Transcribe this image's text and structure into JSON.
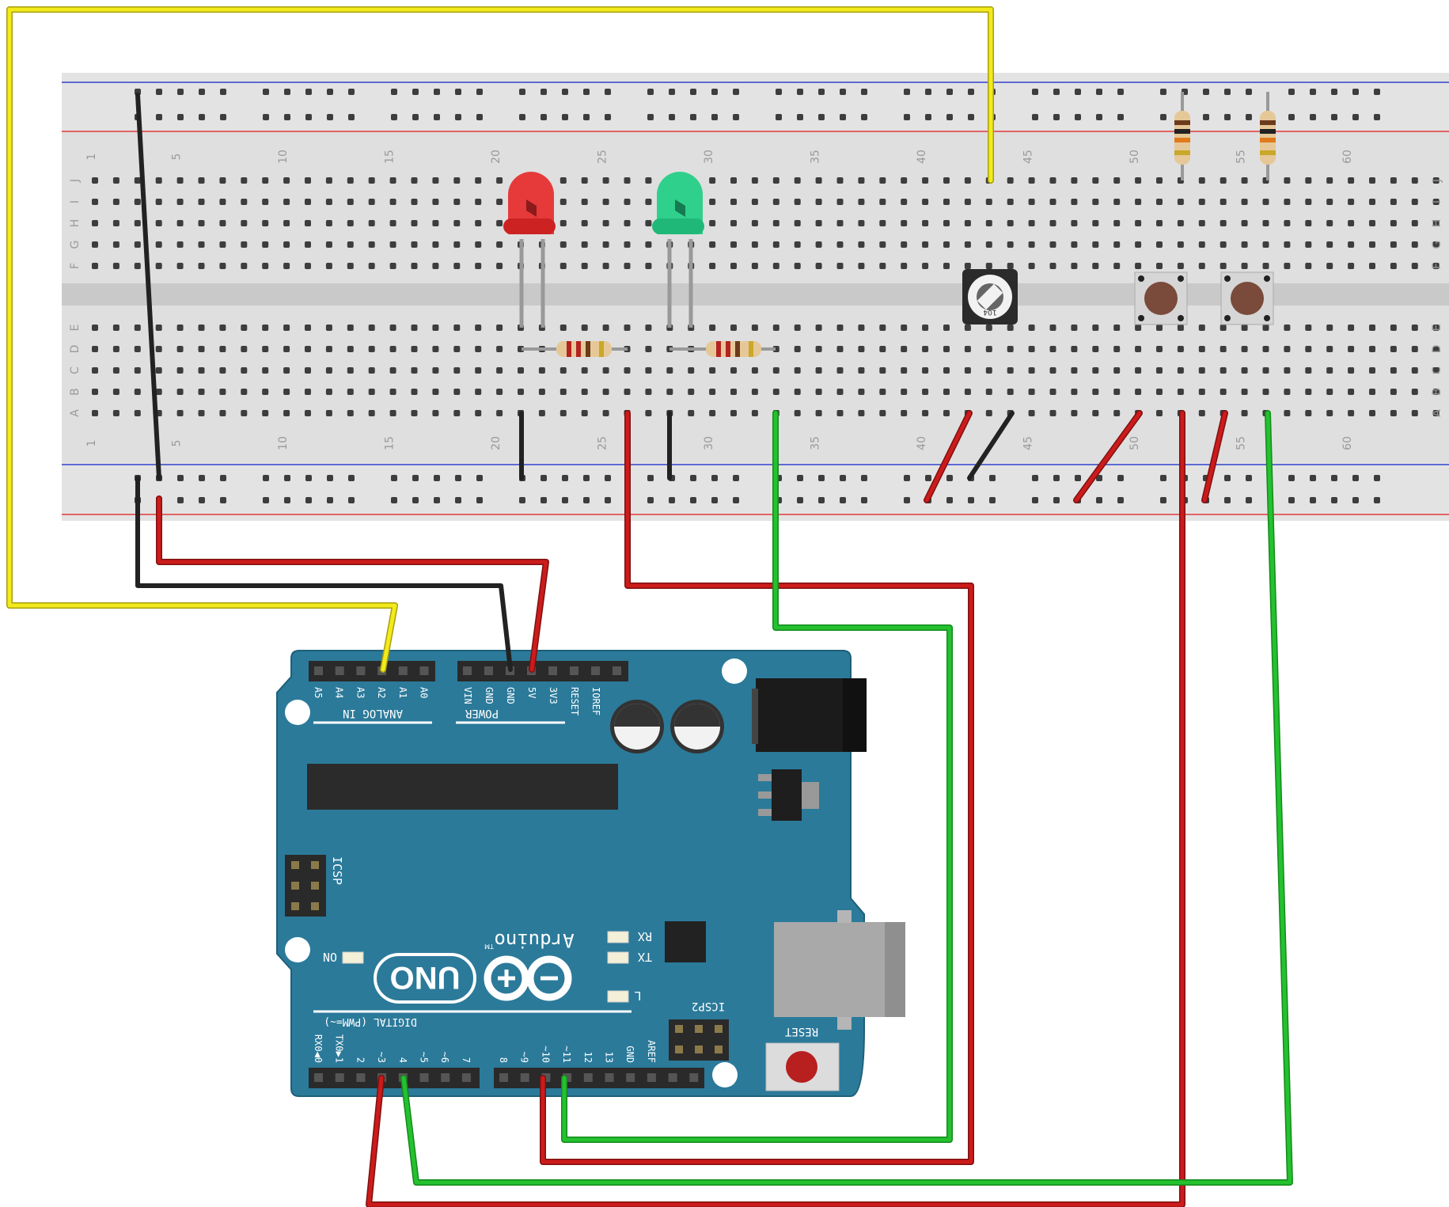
{
  "breadboard": {
    "column_numbers": [
      "1",
      "5",
      "10",
      "15",
      "20",
      "25",
      "30",
      "35",
      "40",
      "45",
      "50",
      "55",
      "60"
    ],
    "row_letters_top": [
      "J",
      "I",
      "H",
      "G",
      "F"
    ],
    "row_letters_bottom": [
      "E",
      "D",
      "C",
      "B",
      "A"
    ]
  },
  "potentiometer": {
    "label": "104"
  },
  "arduino": {
    "analog_pins": [
      "A5",
      "A4",
      "A3",
      "A2",
      "A1",
      "A0"
    ],
    "analog_title": "ANALOG IN",
    "power_pins": [
      "VIN",
      "GND",
      "GND",
      "5V",
      "3V3",
      "RESET",
      "IOREF"
    ],
    "power_title": "POWER",
    "digital_left": [
      "RX0◀0",
      "TX0▶1",
      "2",
      "~3",
      "4",
      "~5",
      "~6",
      "7"
    ],
    "digital_right": [
      "8",
      "~9",
      "~10",
      "~11",
      "12",
      "13",
      "GND",
      "AREF"
    ],
    "digital_title": "DIGITAL (PWM=~)",
    "icsp": "ICSP",
    "icsp2": "ICSP2",
    "rx": "RX",
    "tx": "TX",
    "l": "L",
    "on": "ON",
    "brand": "Arduino",
    "model": "UNO",
    "reset": "RESET",
    "tm": "TM"
  },
  "colors": {
    "board_blue": "#2b7a9a",
    "wire_red": "#cc1b1b",
    "wire_green": "#25c12f",
    "wire_yellow": "#f2ea1c",
    "wire_black": "#222222",
    "led_red": "#e63a3a",
    "led_green": "#2fd08c"
  }
}
